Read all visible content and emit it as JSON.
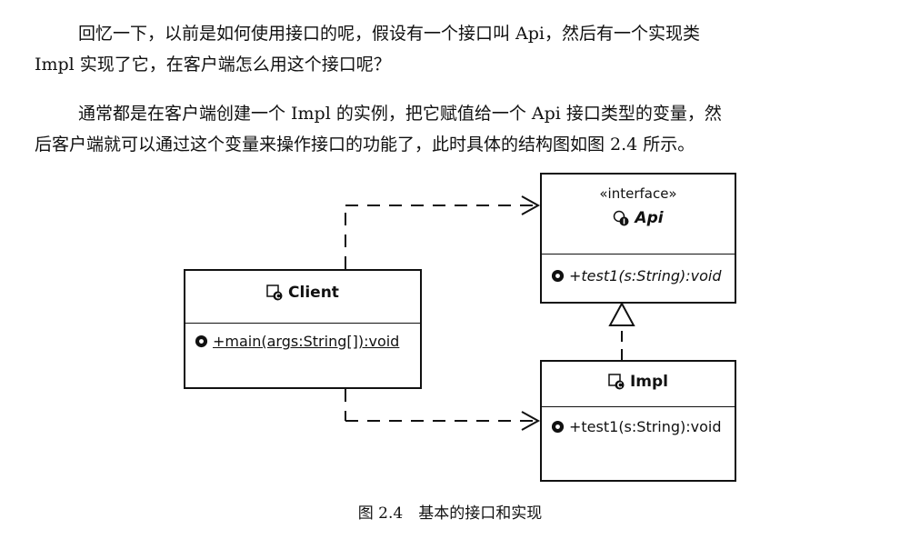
{
  "paragraphs": [
    {
      "lines": [
        "回忆一下，以前是如何使用接口的呢，假设有一个接口叫 Api，然后有一个实现类",
        "Impl 实现了它，在客户端怎么用这个接口呢？"
      ]
    },
    {
      "lines": [
        "通常都是在客户端创建一个 Impl 的实例，把它赋值给一个 Api 接口类型的变量，然",
        "后客户端就可以通过这个变量来操作接口的功能了，此时具体的结构图如图 2.4 所示。"
      ]
    }
  ],
  "diagram": {
    "api": {
      "stereotype": "«interface»",
      "name": "Api",
      "operation": "+test1(s:String):void"
    },
    "client": {
      "name": "Client",
      "operation": "+main(args:String[]):void"
    },
    "impl": {
      "name": "Impl",
      "operation": "+test1(s:String):void"
    }
  },
  "caption": "图 2.4　基本的接口和实现"
}
